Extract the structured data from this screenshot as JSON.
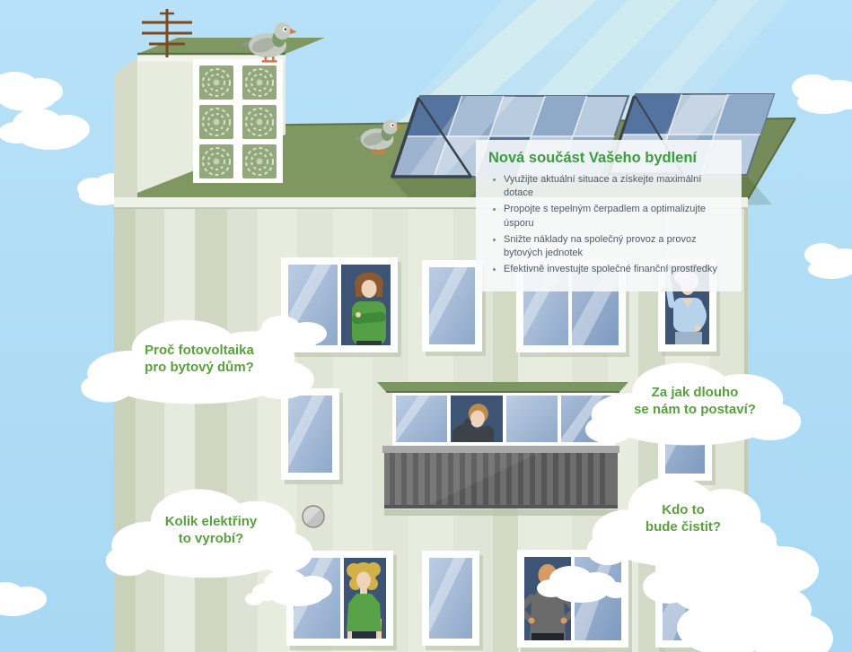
{
  "info_box": {
    "title": "Nová součást Vašeho bydlení",
    "bullets": [
      "Využijte aktuální situace a získejte maximální dotace",
      "Propojte s tepelným čerpadlem a optimalizujte úsporu",
      "Snižte náklady na společný provoz a provoz bytových jednotek",
      "Efektivně investujte společné finanční prostředky"
    ]
  },
  "question_clouds": [
    {
      "id": "why-pv",
      "label": "Proč fotovoltaika\npro bytový dům?"
    },
    {
      "id": "how-long",
      "label": "Za jak dlouho\nse nám to postaví?"
    },
    {
      "id": "how-much-energy",
      "label": "Kolik elektřiny\nto vyrobí?"
    },
    {
      "id": "who-cleans",
      "label": "Kdo to\nbude čistit?"
    }
  ],
  "colors": {
    "sky": "#aedcf5",
    "roof_green": "#7f9862",
    "facade": "#e7ecdf",
    "accent_green": "#58a13c",
    "info_title_green": "#3f9b42",
    "body_text": "#4f5b66",
    "panel_blue_light": "#b9cbdf",
    "panel_blue_dark": "#54749f",
    "dark_window": "#3d5474"
  }
}
